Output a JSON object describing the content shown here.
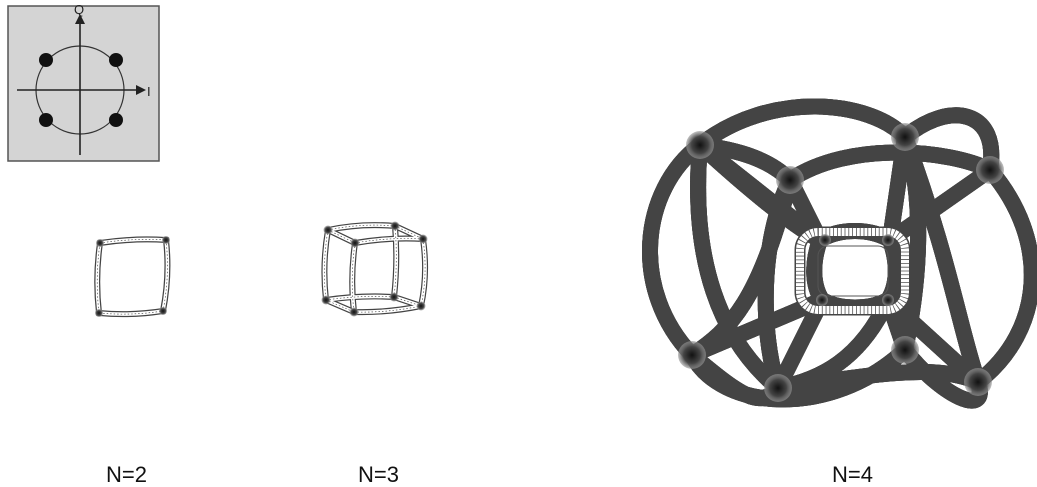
{
  "constellation_inset": {
    "axis_i_label": "I",
    "axis_q_label": "Q",
    "points": 4,
    "background_color": "#d4d4d4"
  },
  "figures": [
    {
      "label": "N=2",
      "shape": "square"
    },
    {
      "label": "N=3",
      "shape": "cube"
    },
    {
      "label": "N=4",
      "shape": "tesseract-torus"
    }
  ],
  "colors": {
    "line": "#222222",
    "node": "#111111"
  }
}
